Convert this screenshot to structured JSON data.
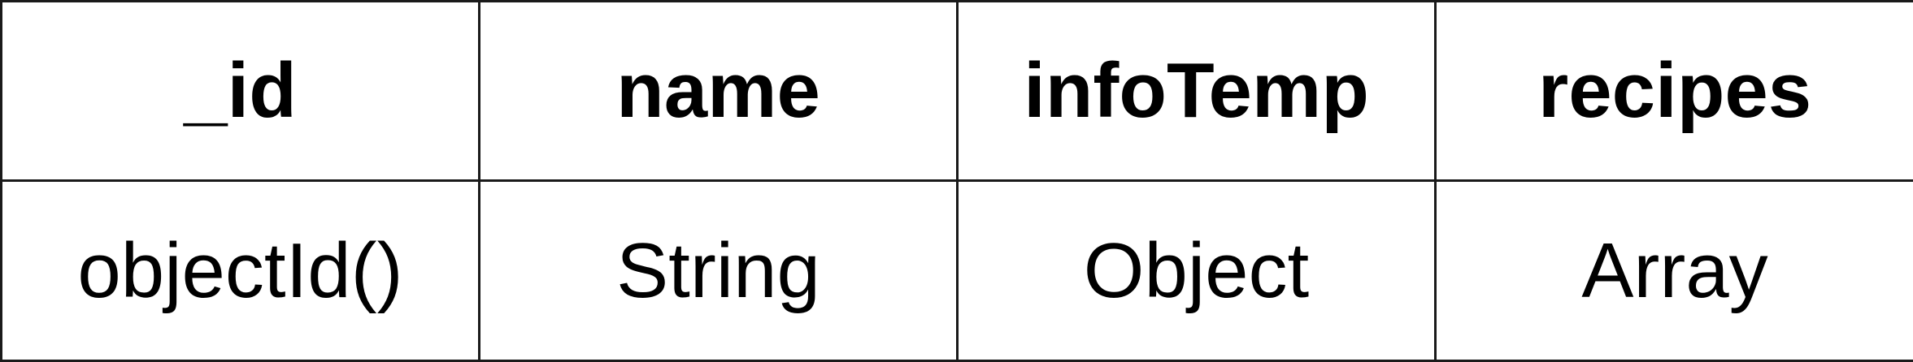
{
  "table": {
    "headers": [
      "_id",
      "name",
      "infoTemp",
      "recipes"
    ],
    "rows": [
      [
        "objectId()",
        "String",
        "Object",
        "Array"
      ]
    ]
  },
  "colors": {
    "border": "#1a1a1a",
    "text": "#000000",
    "background": "#ffffff"
  }
}
